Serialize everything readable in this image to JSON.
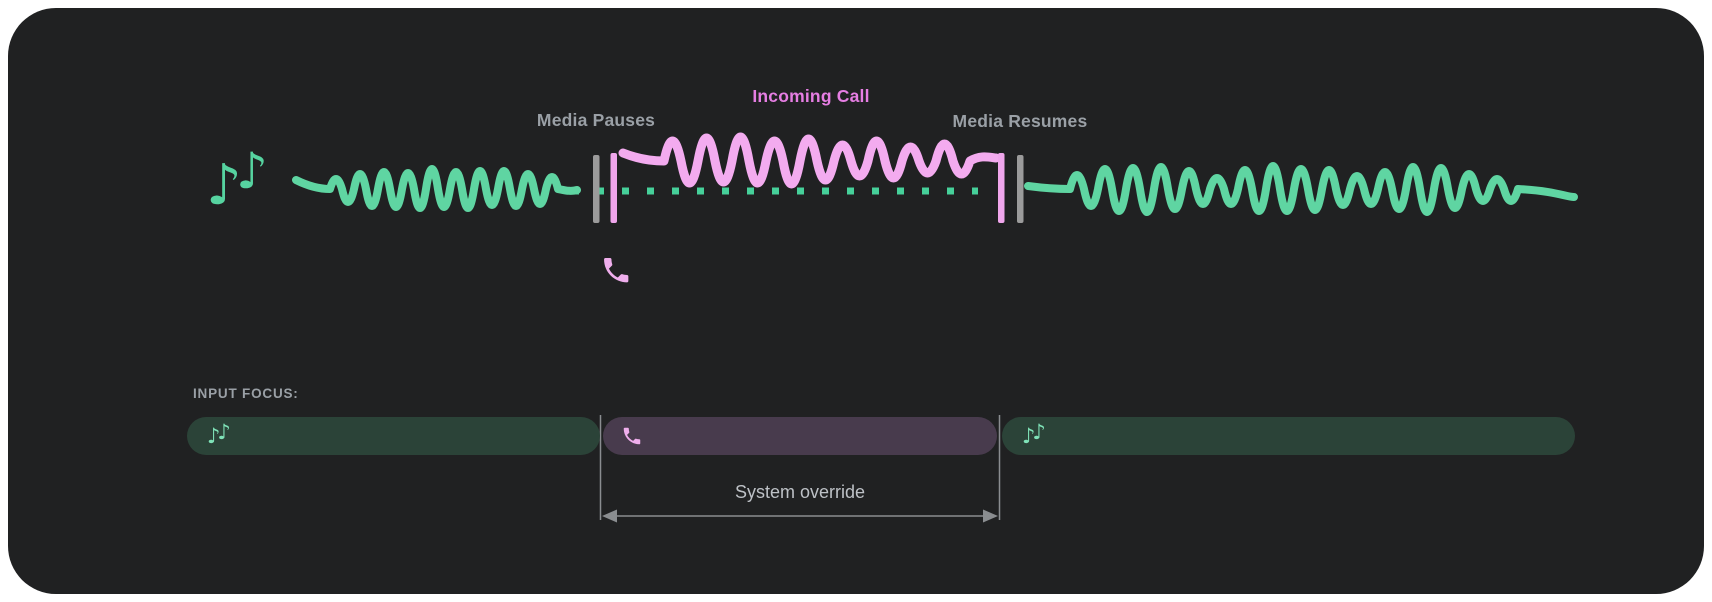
{
  "card": {
    "bg": "#202122",
    "page_bg": "#ffffff"
  },
  "colors": {
    "media_green": "#5fd5a2",
    "dotted_green": "#46d09a",
    "call_pink": "#f3abef",
    "barrier_pink": "#f0a6ec",
    "barrier_gray": "#9b9b9b",
    "label_gray": "#9aa0a6",
    "incoming_pink": "#e67ee3",
    "bar_green": "#2b4338",
    "bar_purple": "#483b4d",
    "icon_mint": "#7fe3b8",
    "icon_pink": "#efaeec",
    "note_green": "#56d3a0",
    "annotation_gray": "#bdc1c6",
    "arrow_gray": "#8a8d90"
  },
  "timeline": {
    "media_pauses": "Media Pauses",
    "incoming_call": "Incoming Call",
    "media_resumes": "Media Resumes",
    "note_glyph": "♪"
  },
  "focus": {
    "heading": "INPUT FOCUS:",
    "annotation": "System override",
    "segments": [
      {
        "type": "media",
        "icon": "music-notes-icon"
      },
      {
        "type": "call",
        "icon": "phone-icon"
      },
      {
        "type": "media",
        "icon": "music-notes-icon"
      }
    ]
  }
}
